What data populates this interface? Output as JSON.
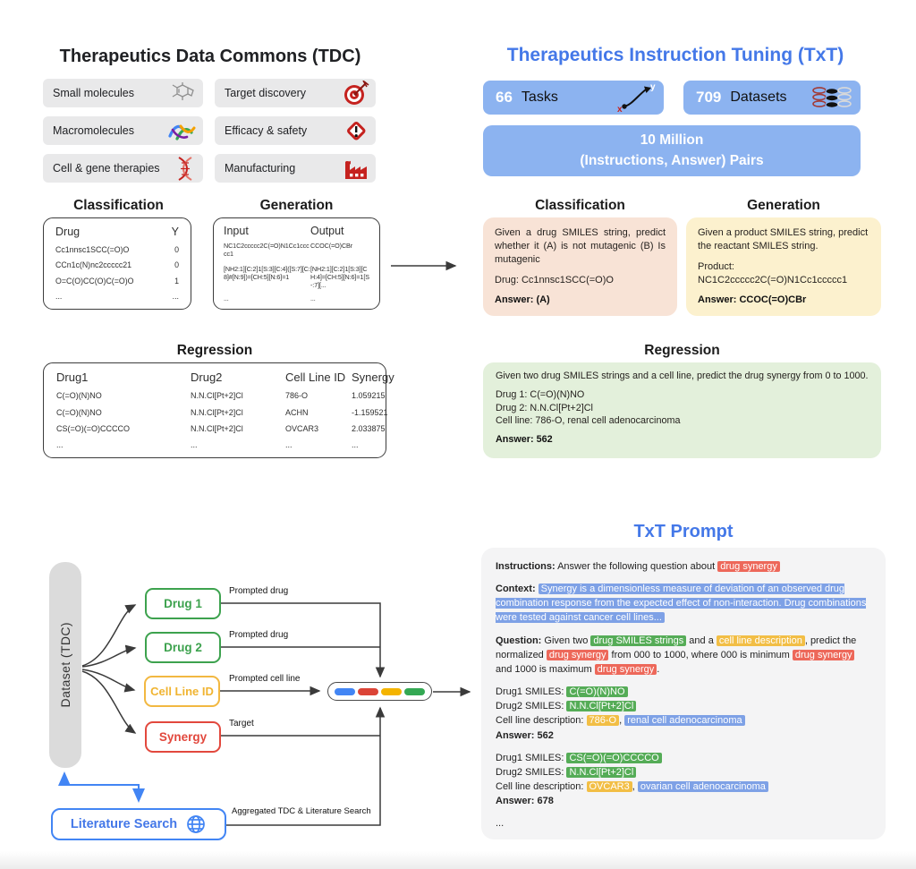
{
  "colors": {
    "accent_blue": "#4478E8",
    "light_blue_box": "#8CB3F0",
    "pill_blue": "#4285F4",
    "pill_red": "#DB4437",
    "pill_yellow": "#F4B400",
    "pill_green": "#34A853",
    "highlight_red": "#ED685A",
    "highlight_blue": "#7EA1E6",
    "highlight_green": "#55AC57",
    "highlight_yellow": "#F2BE45",
    "node_green": "#3DA24E",
    "node_yellow": "#F2B841",
    "node_red": "#E2483D",
    "box_pink": "#F8E3D6",
    "box_yellow": "#FCF1CE",
    "box_green": "#E3F0DB"
  },
  "tdc": {
    "title": "Therapeutics Data Commons (TDC)",
    "features": [
      {
        "label": "Small molecules"
      },
      {
        "label": "Target discovery"
      },
      {
        "label": "Macromolecules"
      },
      {
        "label": "Efficacy & safety"
      },
      {
        "label": "Cell & gene therapies"
      },
      {
        "label": "Manufacturing"
      }
    ],
    "classification": {
      "heading": "Classification",
      "columns": [
        "Drug",
        "Y"
      ],
      "rows": [
        [
          "Cc1nnsc1SCC(=O)O",
          "0"
        ],
        [
          "CCn1c(N)nc2ccccc21",
          "0"
        ],
        [
          "O=C(O)CC(O)C(=O)O",
          "1"
        ],
        [
          "...",
          "..."
        ]
      ]
    },
    "generation": {
      "heading": "Generation",
      "columns": [
        "Input",
        "Output"
      ],
      "rows": [
        [
          "NC1C2ccccc2C(=O)N1Cc1ccccc1",
          "CCOC(=O)CBr"
        ],
        [
          "[NH2:1][C:2]1[S:3][C:4]([S:7][C:8]#[N:9])=[CH:5][N:6]=1",
          "[NH2:1][C:2]1[S:3][CH:4]=[CH:5][N:6]=1[S-:7][..."
        ],
        [
          "...",
          "..."
        ]
      ]
    },
    "regression": {
      "heading": "Regression",
      "columns": [
        "Drug1",
        "Drug2",
        "Cell Line ID",
        "Synergy"
      ],
      "rows": [
        [
          "C(=O)(N)NO",
          "N.N.Cl[Pt+2]Cl",
          "786-O",
          "1.059215"
        ],
        [
          "C(=O)(N)NO",
          "N.N.Cl[Pt+2]Cl",
          "ACHN",
          "-1.159521"
        ],
        [
          "CS(=O)(=O)CCCCO",
          "N.N.Cl[Pt+2]Cl",
          "OVCAR3",
          "2.033875"
        ],
        [
          "...",
          "...",
          "...",
          "..."
        ]
      ]
    }
  },
  "txt": {
    "title": "Therapeutics Instruction Tuning (TxT)",
    "tasks_count": "66",
    "tasks_label": "Tasks",
    "datasets_count": "709",
    "datasets_label": "Datasets",
    "pairs_line1": "10 Million",
    "pairs_line2": "(Instructions, Answer) Pairs",
    "classification": {
      "heading": "Classification",
      "body": "Given a drug SMILES string, predict whether it (A) is not mutagenic (B) Is mutagenic",
      "drug": "Drug: Cc1nnsc1SCC(=O)O",
      "answer": "Answer: (A)"
    },
    "generation": {
      "heading": "Generation",
      "body": "Given a product SMILES string, predict the reactant SMILES string.",
      "product_label": "Product:",
      "product": "NC1C2ccccc2C(=O)N1Cc1ccccc1",
      "answer": "Answer: CCOC(=O)CBr"
    },
    "regression": {
      "heading": "Regression",
      "body": "Given two drug SMILES strings and a cell line, predict the drug synergy from 0 to 1000.",
      "drug1": "Drug 1: C(=O)(N)NO",
      "drug2": "Drug 2:  N.N.Cl[Pt+2]Cl",
      "cell": "Cell line: 786-O, renal cell adenocarcinoma",
      "answer": "Answer: 562"
    }
  },
  "pipeline": {
    "dataset_label": "Dataset (TDC)",
    "drug1_label": "Drug 1",
    "drug2_label": "Drug 2",
    "cell_label": "Cell Line ID",
    "synergy_label": "Synergy",
    "edge_drug1": "Prompted drug",
    "edge_drug2": "Prompted drug",
    "edge_cell": "Prompted cell line",
    "edge_synergy": "Target",
    "edge_aggregated": "Aggregated TDC & Literature Search",
    "literature_label": "Literature Search"
  },
  "prompt": {
    "title": "TxT Prompt",
    "instructions_label": "Instructions:",
    "instructions_text": " Answer the following question about ",
    "instructions_hl": "drug synergy",
    "context_label": "Context: ",
    "context_hl": "Synergy is a dimensionless measure of deviation of an observed drug combination response from the expected effect of non-interaction. Drug combinations were tested against cancer cell lines...",
    "question_label": "Question:",
    "q1": " Given two ",
    "q_green": "drug SMILES strings",
    "q2": " and a ",
    "q_yellow": "cell line description",
    "q3": ", predict the normalized ",
    "q_red1": "drug synergy",
    "q4": " from 000 to 1000, where 000 is minimum ",
    "q_red2": "drug synergy",
    "q5": " and 1000 is maximum ",
    "q_red3": "drug synergy",
    "q6": ".",
    "examples": [
      {
        "drug1_label": "Drug1 SMILES: ",
        "drug1": "C(=O)(N)NO",
        "drug2_label": "Drug2 SMILES: ",
        "drug2": "N.N.Cl[Pt+2]Cl",
        "cell_label": "Cell line description: ",
        "cell_id": "786-O",
        "sep": ", ",
        "cell_desc": "renal cell adenocarcinoma",
        "answer": "Answer: 562"
      },
      {
        "drug1_label": "Drug1 SMILES: ",
        "drug1": "CS(=O)(=O)CCCCO",
        "drug2_label": "Drug2 SMILES: ",
        "drug2": "N.N.Cl[Pt+2]Cl",
        "cell_label": "Cell line description: ",
        "cell_id": "OVCAR3",
        "sep": ", ",
        "cell_desc": "ovarian cell adenocarcinoma",
        "answer": "Answer: 678"
      }
    ],
    "ellipsis": "..."
  }
}
